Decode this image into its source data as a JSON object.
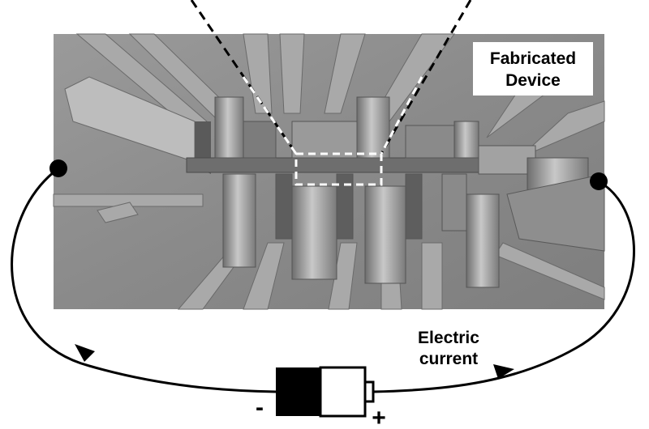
{
  "labels": {
    "device_line1": "Fabricated",
    "device_line2": "Device",
    "current_line1": "Electric",
    "current_line2": "current",
    "minus": "-",
    "plus": "+"
  },
  "colors": {
    "sem_background": "#8c8c8c",
    "wire": "#000000",
    "battery_black": "#000000",
    "battery_white": "#ffffff",
    "callout_dash": "#ffffff"
  }
}
